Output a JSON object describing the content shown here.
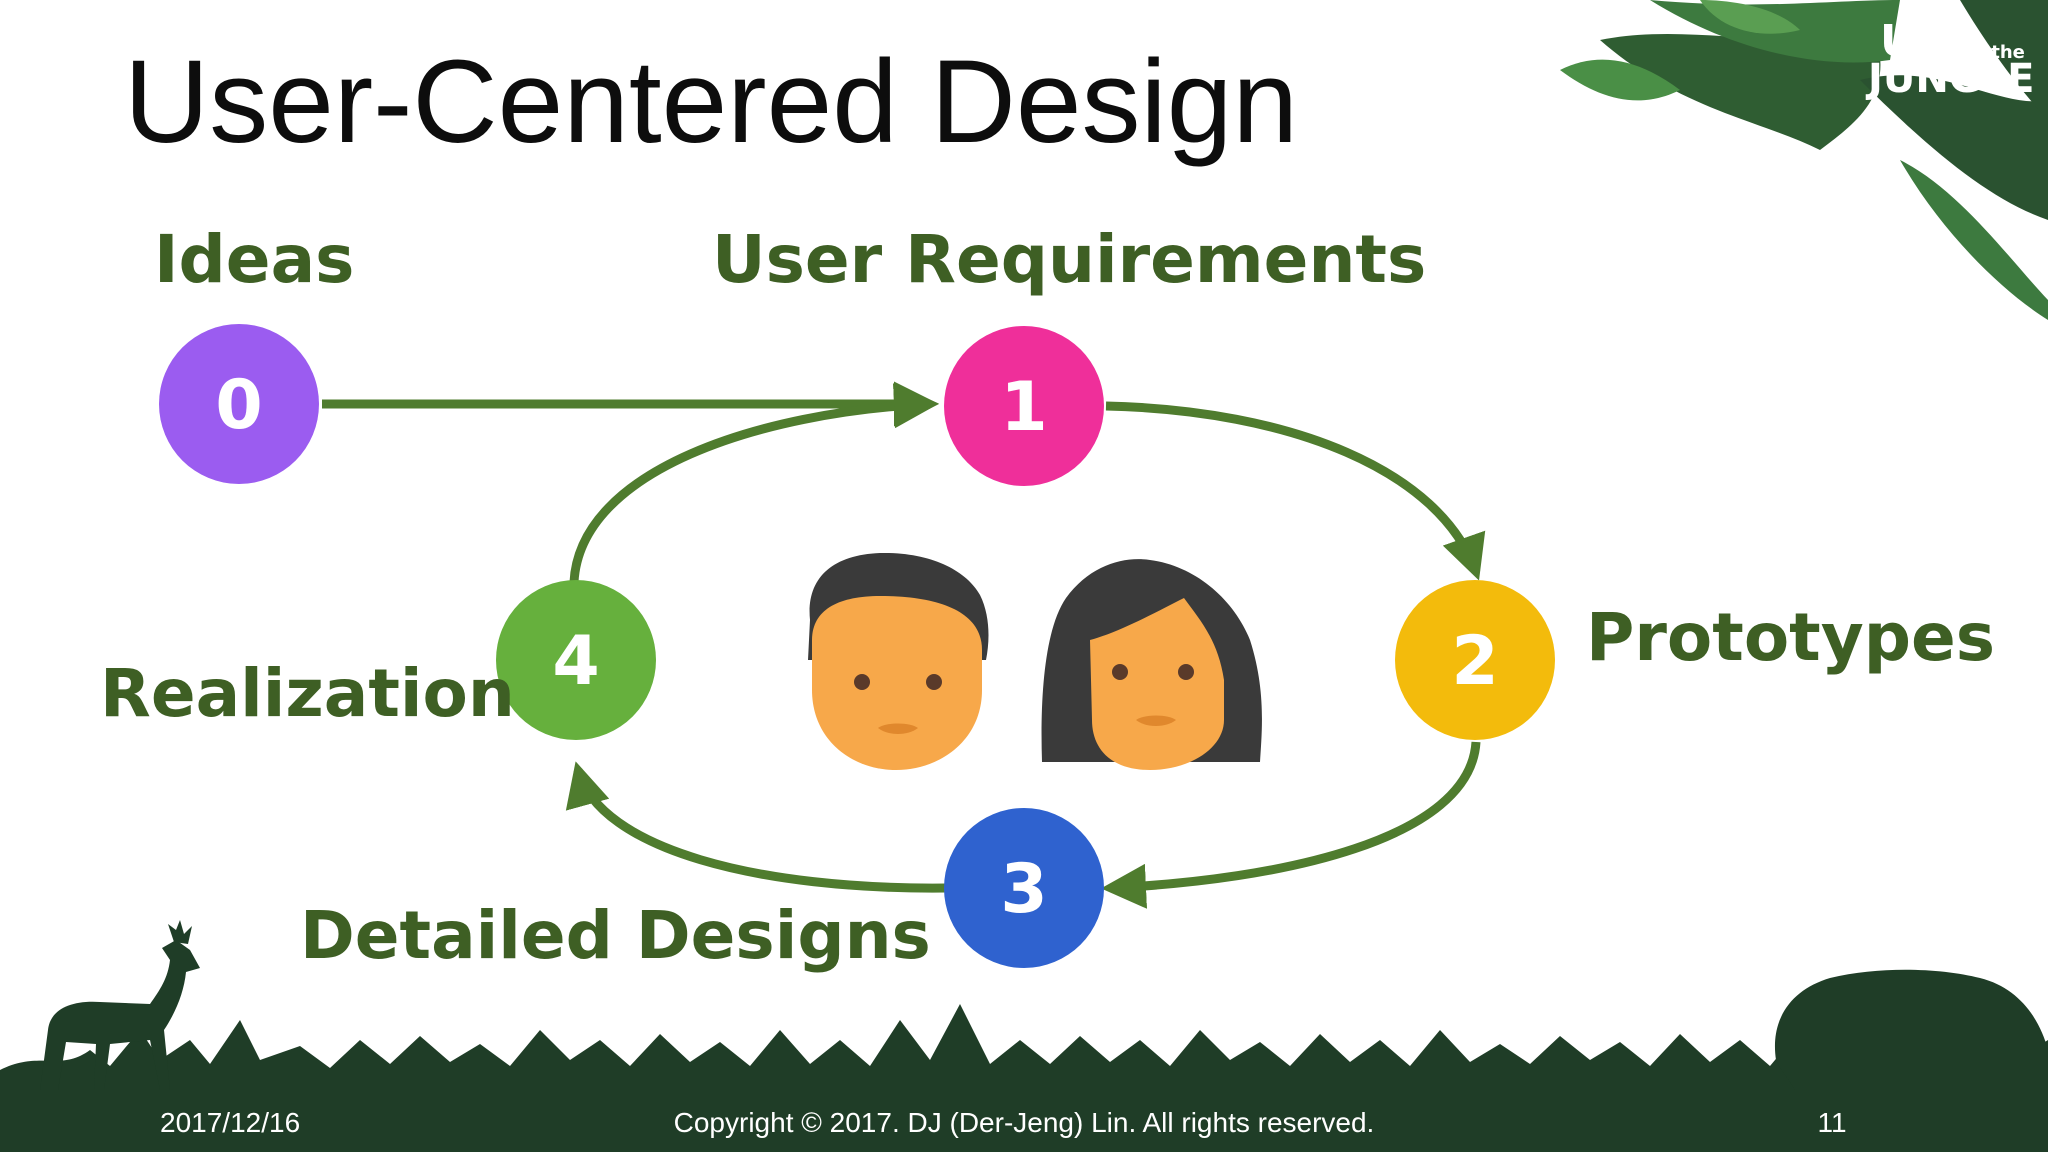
{
  "slide": {
    "title": "User-Centered Design"
  },
  "logo": {
    "line1": "UX",
    "small": "in the",
    "line2": "JUNGLE"
  },
  "stages": [
    {
      "number": "0",
      "label": "Ideas",
      "color": "#9b5cf0"
    },
    {
      "number": "1",
      "label": "User Requirements",
      "color": "#ef2f9a"
    },
    {
      "number": "2",
      "label": "Prototypes",
      "color": "#f3bb0c"
    },
    {
      "number": "3",
      "label": "Detailed Designs",
      "color": "#2f62cf"
    },
    {
      "number": "4",
      "label": "Realization",
      "color": "#66b03d"
    }
  ],
  "colors": {
    "arrow": "#4f7c2e",
    "label": "#3e5f24",
    "footer_band": "#1f3d27",
    "silhouette": "#1f3d27",
    "face_skin": "#f7a84a",
    "hair": "#3a3a3a"
  },
  "footer": {
    "date": "2017/12/16",
    "copyright": "Copyright © 2017. DJ (Der-Jeng) Lin. All rights reserved.",
    "page": "11"
  },
  "icons": [
    "male-user-icon",
    "female-user-icon",
    "jungle-leaves-decoration",
    "deer-silhouette",
    "bear-silhouette",
    "grass-silhouette"
  ]
}
